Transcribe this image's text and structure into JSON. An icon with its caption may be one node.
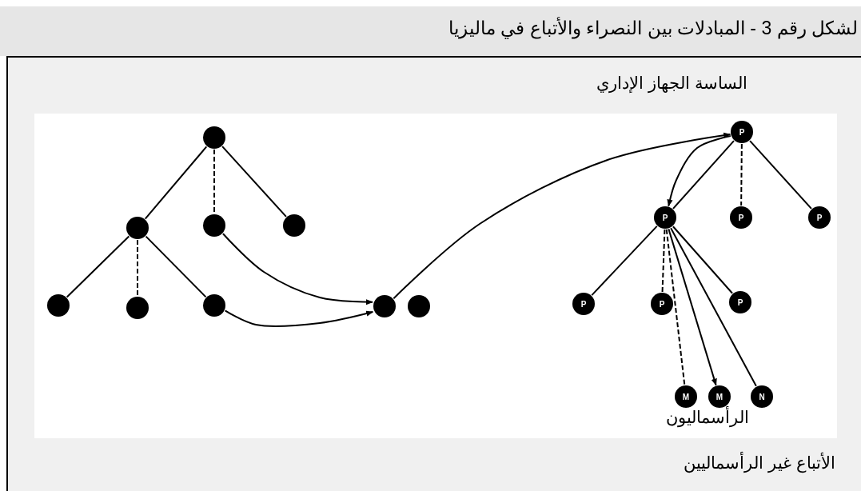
{
  "diagram": {
    "title": "لشكل رقم 3 - المبادلات بين النصراء والأتباع في ماليزيا",
    "nodes": [
      {
        "text": [],
        "shape": "circle"
      },
      {
        "text": [],
        "shape": "circle"
      },
      {
        "text": [],
        "shape": "circle"
      },
      {
        "text": [],
        "shape": "circle"
      },
      {
        "text": [],
        "shape": "circle"
      },
      {
        "text": [],
        "shape": "circle"
      },
      {
        "text": [],
        "shape": "circle"
      },
      {
        "text": [],
        "shape": "circle"
      },
      {
        "text": [],
        "shape": "circle"
      },
      {
        "text": [
          "P"
        ]
      },
      {
        "text": [
          "P"
        ]
      },
      {
        "text": [
          "P"
        ]
      },
      {
        "text": [
          "P"
        ]
      },
      {
        "text": [
          "P"
        ]
      },
      {
        "text": [
          "P"
        ]
      },
      {
        "text": [
          "P"
        ]
      },
      {
        "text": [
          "M"
        ]
      },
      {
        "text": [
          "M"
        ]
      },
      {
        "text": [
          "N"
        ]
      }
    ],
    "edges": [
      {
        "from": 0,
        "to": 1,
        "arrow": "none"
      },
      {
        "from": 0,
        "to": 2,
        "arrow": "none",
        "style": "dashed"
      },
      {
        "from": 0,
        "to": 3,
        "arrow": "none"
      },
      {
        "from": 1,
        "to": 4,
        "arrow": "none"
      },
      {
        "from": 1,
        "to": 5,
        "arrow": "none",
        "style": "dashed"
      },
      {
        "from": 1,
        "to": 6,
        "arrow": "none"
      },
      {
        "from": 2,
        "to": 7,
        "arrow": "to"
      },
      {
        "from": 6,
        "to": 7,
        "arrow": "to"
      },
      {
        "from": 7,
        "to": 9,
        "arrow": "to"
      },
      {
        "from": 9,
        "to": 10,
        "arrow": "to"
      },
      {
        "from": 9,
        "to": 10,
        "arrow": "none"
      },
      {
        "from": 9,
        "to": 11,
        "arrow": "none",
        "style": "dashed"
      },
      {
        "from": 9,
        "to": 12,
        "arrow": "none"
      },
      {
        "from": 10,
        "to": 13,
        "arrow": "none"
      },
      {
        "from": 10,
        "to": 14,
        "arrow": "none",
        "style": "dashed"
      },
      {
        "from": 10,
        "to": 15,
        "arrow": "none"
      },
      {
        "from": 10,
        "to": 16,
        "arrow": "none",
        "style": "dashed"
      },
      {
        "from": 10,
        "to": 17,
        "arrow": "to"
      },
      {
        "from": 10,
        "to": 18,
        "arrow": "none"
      }
    ],
    "labels": [
      "الساسة الجهاز الإداري",
      "الرأسماليون",
      "الأتباع غير الرأسماليين"
    ]
  }
}
